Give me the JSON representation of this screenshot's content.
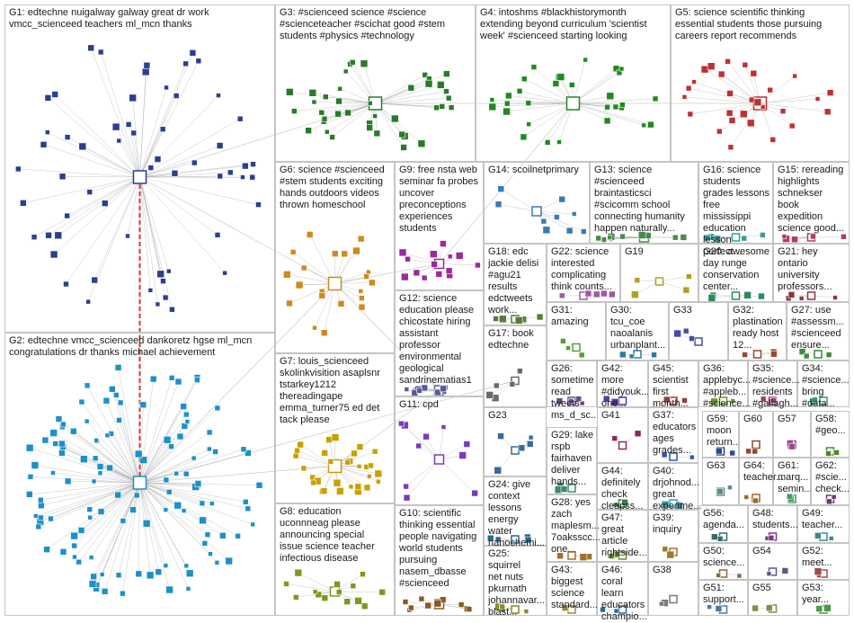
{
  "graph": {
    "background": "#ffffff",
    "border_color": "#c4c4c4",
    "edge_color": "#9a9a9a",
    "highlight_edge_color": "#e03030",
    "groups": [
      {
        "id": "G1",
        "label": "G1: edtechne nuigalway galway great dr work\nvmcc_scienceed teachers ml_mcn thanks",
        "color": "#2c3e8f",
        "nodes": 58
      },
      {
        "id": "G2",
        "label": "G2: edtechne vmcc_scienceed dankoretz hgse ml_mcn\ncongratulations dr thanks michael achievement",
        "color": "#1e90c8",
        "nodes": 120
      },
      {
        "id": "G3",
        "label": "G3: #scienceed science #science\n#scienceteacher #scichat good #stem\nstudents #physics #technology",
        "color": "#2a7a2a",
        "nodes": 40
      },
      {
        "id": "G4",
        "label": "G4: intoshms #blackhistorymonth\nextending beyond curriculum 'scientist\nweek' #scienceed starting looking",
        "color": "#1f8a1f",
        "nodes": 30
      },
      {
        "id": "G5",
        "label": "G5: science scientific thinking\nessential students those pursuing\ncareers report recommends",
        "color": "#c03030",
        "nodes": 28
      },
      {
        "id": "G6",
        "label": "G6: science #scienceed\n#stem students exciting\nhands outdoors videos\nthrown homeschool",
        "color": "#d08a1a",
        "nodes": 22
      },
      {
        "id": "G7",
        "label": "G7: louis_scienceed\nskolinkvisition asaplsnr\ntstarkey1212\nthereadingape\nemma_turner75 ed det\ntack please",
        "color": "#c9a000",
        "nodes": 30
      },
      {
        "id": "G8",
        "label": "G8: education\nuconnneag please\nannouncing special\nissue science teacher\ninfectious disease",
        "color": "#7a9a20",
        "nodes": 14
      },
      {
        "id": "G9",
        "label": "G9: free nsta web\nseminar fa probes\nuncover\npreconceptions\nexperiences\nstudents",
        "color": "#9a2a9a",
        "nodes": 14
      },
      {
        "id": "G10",
        "label": "G10: scientific\nthinking essential\npeople navigating\nworld students\npursuing\nnasem_dbasse\n#scienceed",
        "color": "#8a5a20",
        "nodes": 10
      },
      {
        "id": "G11",
        "label": "G11: cpd",
        "color": "#7a3ac0",
        "nodes": 10
      },
      {
        "id": "G12",
        "label": "G12: science\neducation please\nchicostate hiring\nassistant\nprofessor\nenvironmental\ngeological\nsandrinematias1",
        "color": "#5a5a9a",
        "nodes": 10
      },
      {
        "id": "G13",
        "label": "G13: science\n#scienceed\nbraintasticsci\n#scicomm school\nconnecting humanity\nhappen naturally...",
        "color": "#4a8a4a",
        "nodes": 12
      },
      {
        "id": "G14",
        "label": "G14: scoilnetprimary",
        "color": "#3a7ab0",
        "nodes": 9
      },
      {
        "id": "G15",
        "label": "G15: rereading\nhighlights\nschnekser\nbook\nexpedition\nscience good...",
        "color": "#b03a6a",
        "nodes": 6
      },
      {
        "id": "G16",
        "label": "G16: science\nstudents\ngrades lessons\nfree mississippi\neducation\nlesson perfect...",
        "color": "#3a9a9a",
        "nodes": 6
      },
      {
        "id": "G17",
        "label": "G17: book\nedtechne",
        "color": "#6a6a6a",
        "nodes": 5
      },
      {
        "id": "G18",
        "label": "G18: edc\njackie delisi\n#agu21\nresults\nedctweets\nwork...",
        "color": "#5a7a3a",
        "nodes": 6
      },
      {
        "id": "G19",
        "label": "G19",
        "color": "#b0a020",
        "nodes": 4
      },
      {
        "id": "G20",
        "label": "G20: awesome\nday runge\nconservation\ncenter...",
        "color": "#2a8a5a",
        "nodes": 4
      },
      {
        "id": "G21",
        "label": "G21: hey\nontario\nuniversity\nprofessors...",
        "color": "#8a3a3a",
        "nodes": 4
      },
      {
        "id": "G22",
        "label": "G22: science\ninterested\ncomplicating\nthink counts...",
        "color": "#a05aa0",
        "nodes": 5
      },
      {
        "id": "G23",
        "label": "G23",
        "color": "#3a6a9a",
        "nodes": 5
      },
      {
        "id": "G24",
        "label": "G24: give\ncontext\nlessons\nenergy water\nnanochemi...",
        "color": "#2a6a8a",
        "nodes": 4
      },
      {
        "id": "G25",
        "label": "G25: squirrel\nnet nuts\npkurnath\njohannavar...\nblast...",
        "color": "#8a8a2a",
        "nodes": 4
      },
      {
        "id": "G26",
        "label": "G26: sometime\nread\ntweets\nms_d_sc...",
        "color": "#6a4a8a",
        "nodes": 4
      },
      {
        "id": "G27",
        "label": "G27: use\n#assessm...\n#scienceed\nensure...",
        "color": "#3a8a3a",
        "nodes": 3
      },
      {
        "id": "G28",
        "label": "G28: yes\nzach\nmaplesm...\n7oaksscc...\none...",
        "color": "#a0702a",
        "nodes": 3
      },
      {
        "id": "G29",
        "label": "G29: lake\nrspb\nfairhaven\ndeliver\nhands...",
        "color": "#3a8a6a",
        "nodes": 3
      },
      {
        "id": "G30",
        "label": "G30:\ntcu_coe\nnaoalanis\nurbanplant...",
        "color": "#2a7aa0",
        "nodes": 3
      },
      {
        "id": "G31",
        "label": "G31:\namazing",
        "color": "#5a9a3a",
        "nodes": 3
      },
      {
        "id": "G32",
        "label": "G32:\nplastination\nready host\n12...",
        "color": "#9a4a2a",
        "nodes": 3
      },
      {
        "id": "G33",
        "label": "G33",
        "color": "#4a4aa0",
        "nodes": 3
      },
      {
        "id": "G34",
        "label": "G34:\n#science...\nbring\n#data...",
        "color": "#2a9a7a",
        "nodes": 2
      },
      {
        "id": "G35",
        "label": "G35:\n#science...\nresidents\n#gallagh...",
        "color": "#a03a7a",
        "nodes": 2
      },
      {
        "id": "G36",
        "label": "G36:\napplebyc...\n#appleb...\n#science...",
        "color": "#6a9a2a",
        "nodes": 2
      },
      {
        "id": "G37",
        "label": "G37:\neducators\nages\ngrades...",
        "color": "#2a5a9a",
        "nodes": 2
      },
      {
        "id": "G38",
        "label": "G38",
        "color": "#7a7a7a",
        "nodes": 2
      },
      {
        "id": "G39",
        "label": "G39:\ninquiry",
        "color": "#9a7a2a",
        "nodes": 2
      },
      {
        "id": "G40",
        "label": "G40:\ndrjohnod...\ngreat\nexperime...",
        "color": "#3a9aa0",
        "nodes": 2
      },
      {
        "id": "G41",
        "label": "G41",
        "color": "#8a2a5a",
        "nodes": 2
      },
      {
        "id": "G42",
        "label": "G42: more\n#didyouk...\none...",
        "color": "#5a3a9a",
        "nodes": 2
      },
      {
        "id": "G43",
        "label": "G43:\nbiggest\nscience\nstandard...",
        "color": "#a08a3a",
        "nodes": 2
      },
      {
        "id": "G44",
        "label": "G44:\ndefinitely\ncheck\ncleapss...",
        "color": "#3a7a4a",
        "nodes": 2
      },
      {
        "id": "G45",
        "label": "G45:\nscientist\nfirst\nmonth...",
        "color": "#9a3a3a",
        "nodes": 2
      },
      {
        "id": "G46",
        "label": "G46: coral\nlearn\neducators\nchampio...",
        "color": "#2a6aa0",
        "nodes": 2
      },
      {
        "id": "G47",
        "label": "G47:\ngreat\narticle\nrightside...",
        "color": "#6a8a2a",
        "nodes": 2
      },
      {
        "id": "G48",
        "label": "G48:\nstudents...",
        "color": "#7a3a8a",
        "nodes": 2
      },
      {
        "id": "G49",
        "label": "G49:\nteacher...",
        "color": "#3a8a8a",
        "nodes": 2
      },
      {
        "id": "G50",
        "label": "G50:\nscience...",
        "color": "#8a6a3a",
        "nodes": 2
      },
      {
        "id": "G51",
        "label": "G51:\nsupport...",
        "color": "#4a7aa0",
        "nodes": 2
      },
      {
        "id": "G52",
        "label": "G52:\nmeet...",
        "color": "#a04a4a",
        "nodes": 2
      },
      {
        "id": "G53",
        "label": "G53:\nyear...",
        "color": "#4a9a4a",
        "nodes": 2
      },
      {
        "id": "G54",
        "label": "G54",
        "color": "#5a5a8a",
        "nodes": 2
      },
      {
        "id": "G55",
        "label": "G55",
        "color": "#8a8a4a",
        "nodes": 2
      },
      {
        "id": "G56",
        "label": "G56:\nagenda...",
        "color": "#3a6a6a",
        "nodes": 2
      },
      {
        "id": "G57",
        "label": "G57",
        "color": "#9a4a8a",
        "nodes": 2
      },
      {
        "id": "G58",
        "label": "G58:\n#geo...",
        "color": "#4a8a2a",
        "nodes": 2
      },
      {
        "id": "G59",
        "label": "G59:\nmoon\nreturn...",
        "color": "#2a4a8a",
        "nodes": 2
      },
      {
        "id": "G60",
        "label": "G60",
        "color": "#8a4a2a",
        "nodes": 2
      },
      {
        "id": "G61",
        "label": "G61:\nmarq...\nsemin...",
        "color": "#3a9a5a",
        "nodes": 2
      },
      {
        "id": "G62",
        "label": "G62:\n#scie...\ncheck...",
        "color": "#6a3a6a",
        "nodes": 2
      },
      {
        "id": "G63",
        "label": "G63",
        "color": "#5a8a8a",
        "nodes": 2
      },
      {
        "id": "G64",
        "label": "G64:\nteacher...",
        "color": "#9a6a2a",
        "nodes": 2
      }
    ]
  }
}
